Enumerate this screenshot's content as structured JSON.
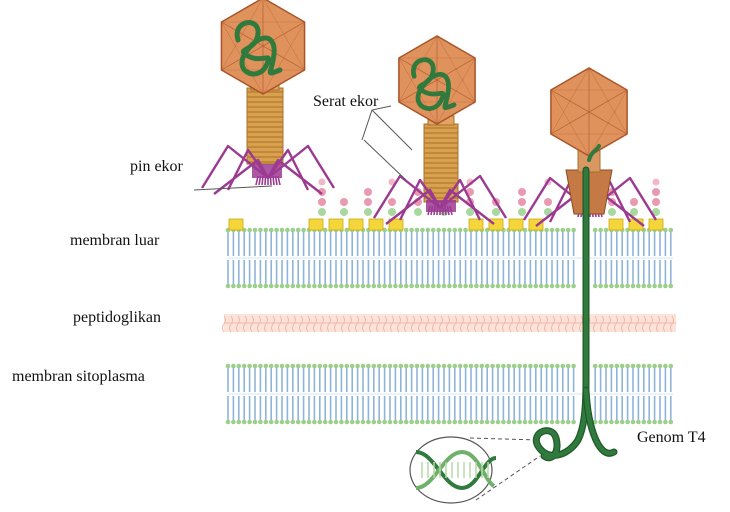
{
  "labels": {
    "tail_fibers": "Serat ekor",
    "tail_pins": "pin ekor",
    "outer_membrane": "membran luar",
    "peptidoglycan": "peptidoglikan",
    "cytoplasmic_membrane": "membran sitoplasma",
    "genome": "Genom T4"
  },
  "colors": {
    "head": "#e0925c",
    "head_edge": "#a8552a",
    "dna": "#2f7a3c",
    "tail": "#d9a14e",
    "tail_fiber": "#9c3a92",
    "lipid_head_blue": "#6aa2d6",
    "lipid_head_green": "#9ccf8a",
    "lipid_tail": "#8fb4da",
    "peptidoglycan": "#f1b7a6",
    "receptor_yellow": "#f5d63a"
  }
}
